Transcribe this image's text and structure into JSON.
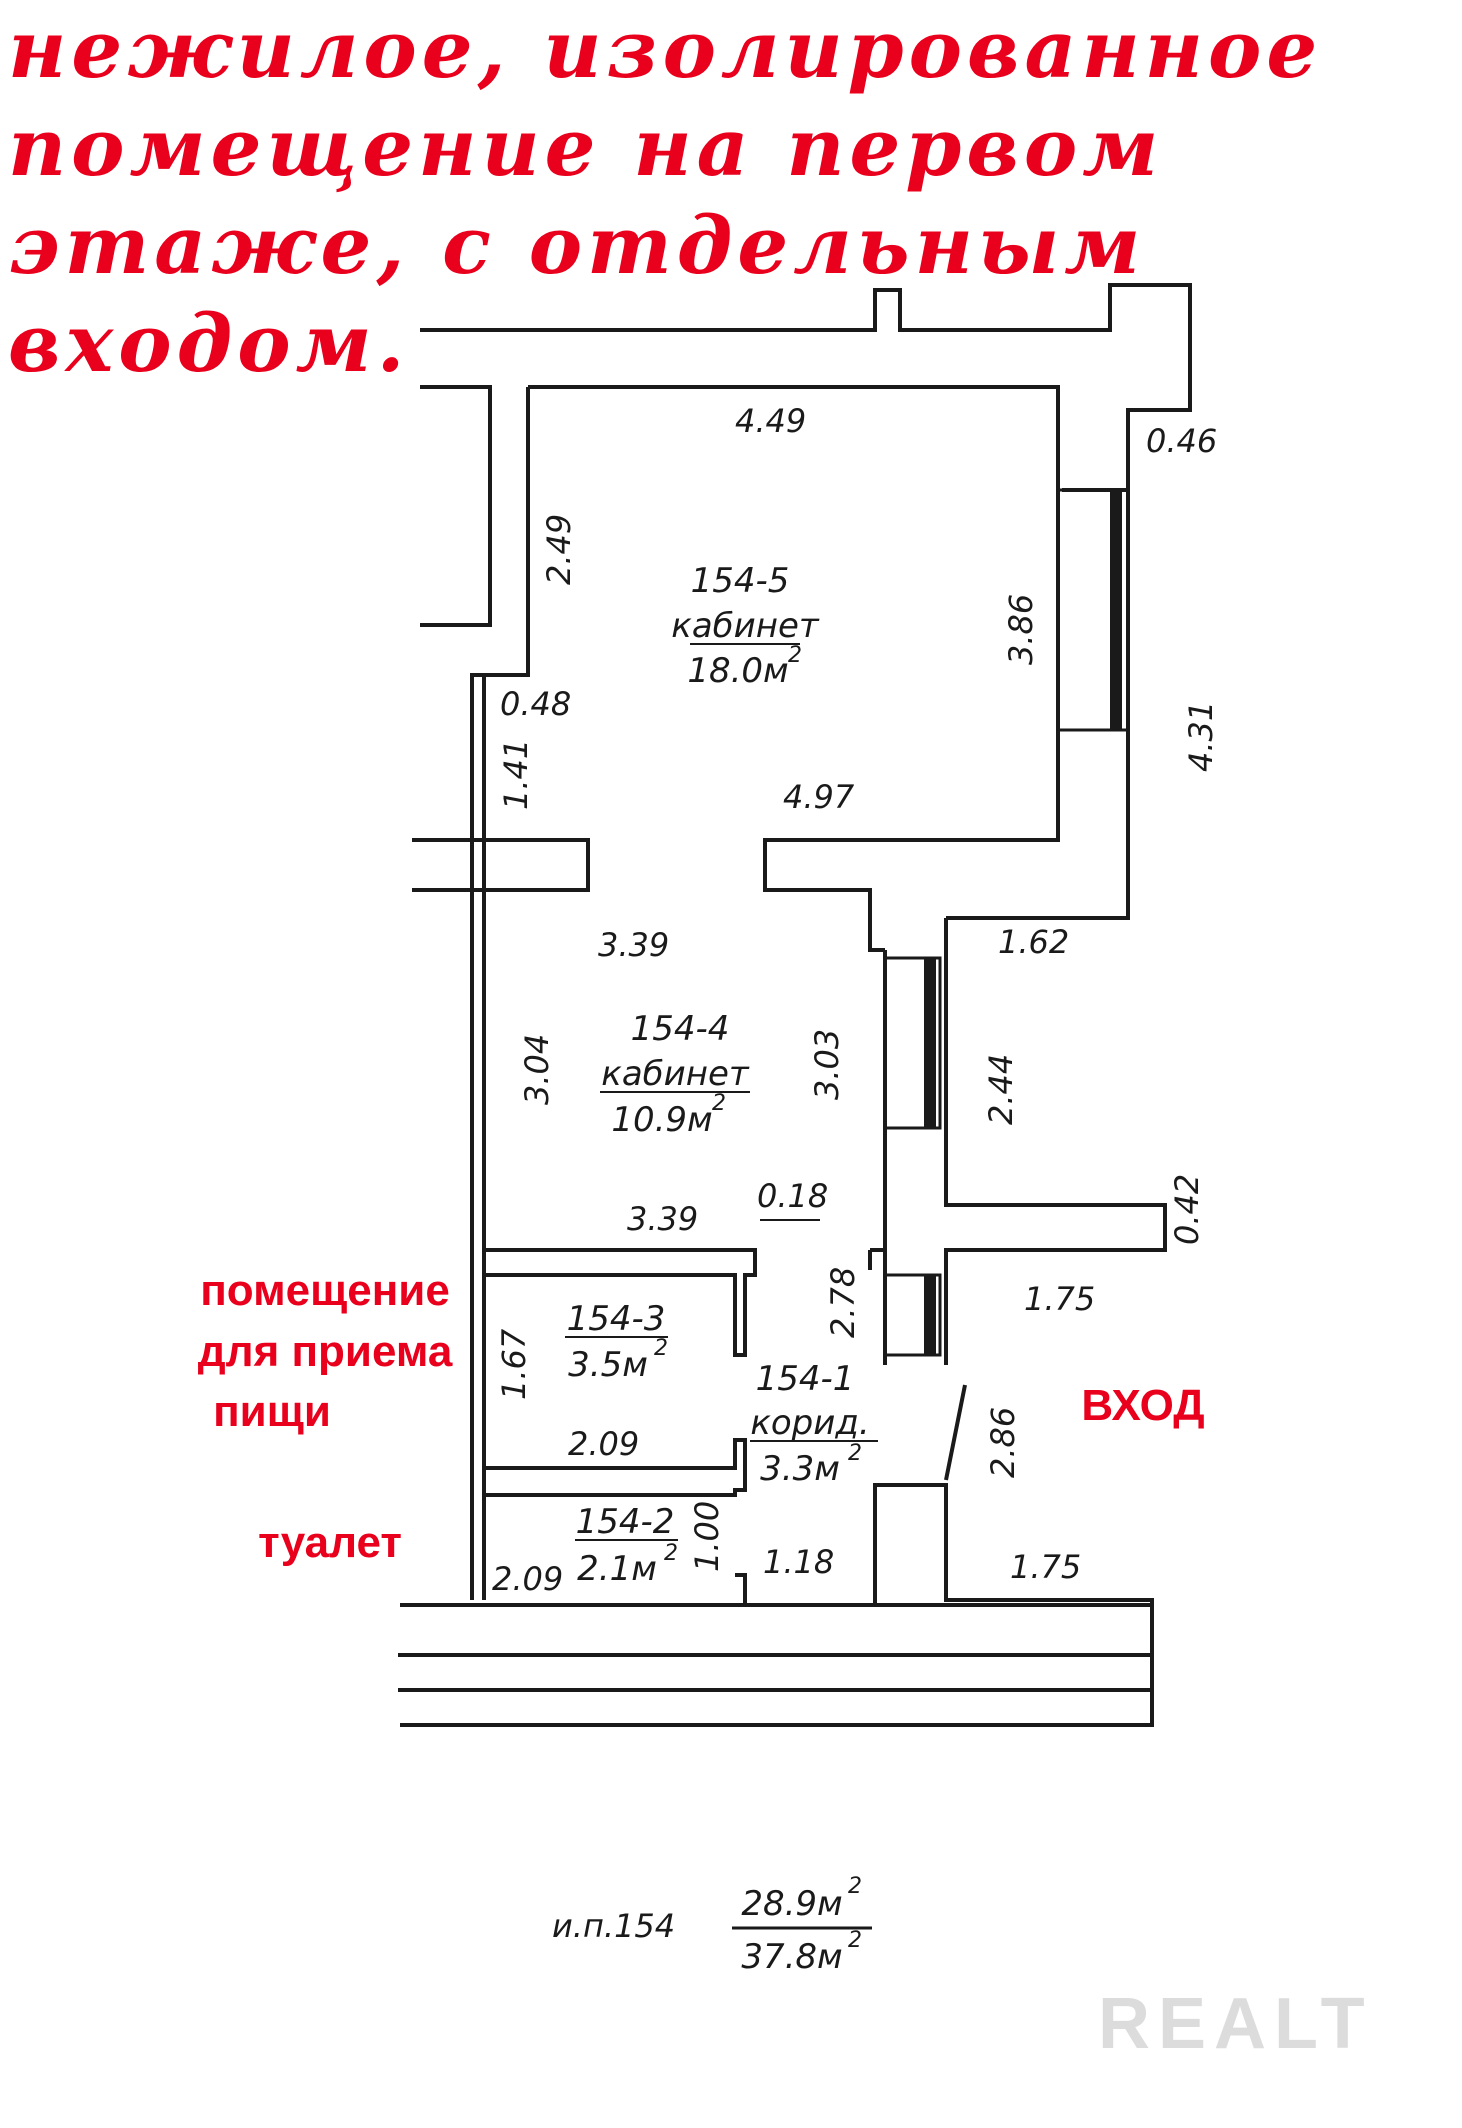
{
  "headline": "нежилое, изолированное помещение на первом этаже, с отдельным входом.",
  "rooms": [
    {
      "id": "154-5",
      "type": "кабинет",
      "area": "18.0м"
    },
    {
      "id": "154-4",
      "type": "кабинет",
      "area": "10.9м"
    },
    {
      "id": "154-3",
      "area": "3.5м"
    },
    {
      "id": "154-2",
      "area": "2.1м"
    },
    {
      "id": "154-1",
      "type": "корид.",
      "area": "3.3м"
    }
  ],
  "area_superscript": "2",
  "dimensions": {
    "r5_top": "4.49",
    "r5_left": "2.49",
    "r5_right": "3.86",
    "r5_bottom": "4.97",
    "pillar": "0.48",
    "outer_right_top": "0.46",
    "outer_right_long": "4.31",
    "west_gap": "1.41",
    "r4_top": "3.39",
    "r4_left": "3.04",
    "r4_right": "3.03",
    "r4_bottom": "3.39",
    "r4_step": "0.18",
    "ext_mid_top": "1.62",
    "ext_mid_height": "2.44",
    "ext_wall": "0.42",
    "ext_low_top": "1.75",
    "corr_upper": "2.78",
    "r3_height": "1.67",
    "r3_bottom": "2.09",
    "entry_height": "2.86",
    "r2_width": "2.09",
    "r2_height": "1.00",
    "corr_lower": "1.18",
    "entry_bottom": "1.75"
  },
  "annotations": {
    "kitchen_line1": "помещение",
    "kitchen_line2": "для приема",
    "kitchen_line3": "пищи",
    "toilet": "туалет",
    "entrance": "ВХОД"
  },
  "summary": {
    "label": "и.п.154",
    "living_area": "28.9м",
    "total_area": "37.8м"
  },
  "watermark": "REALT",
  "colors": {
    "annotation": "#e8001c",
    "line": "#1a1a1a",
    "watermark": "#dcdcdc"
  }
}
